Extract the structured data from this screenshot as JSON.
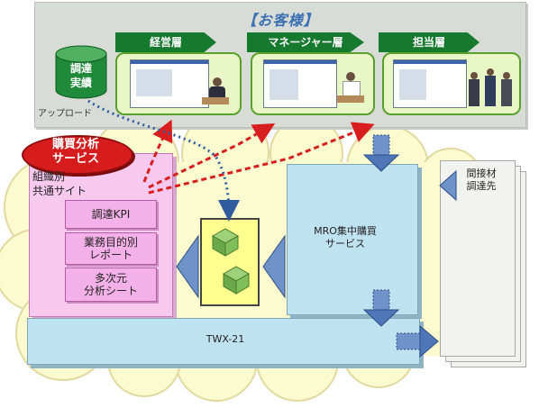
{
  "customer": {
    "title": "【お客様】",
    "roles": [
      "経営層",
      "マネージャー層",
      "担当層"
    ]
  },
  "database": {
    "label": "調達\n実績",
    "upload": "アップロード"
  },
  "analysis": {
    "title": "購買分析\nサービス",
    "site": "組織別\n共通サイト",
    "buttons": [
      "調達KPI",
      "業務目的別\nレポート",
      "多次元\n分析シート"
    ]
  },
  "mro": {
    "label": "MRO集中購買\nサービス"
  },
  "suppliers": {
    "label": "間接材\n調達先"
  },
  "twx": {
    "label": "TWX-21"
  },
  "colors": {
    "accent_green": "#157a2e",
    "pink": "#f4b0e8",
    "light_blue": "#bfe2f0",
    "red_arrow": "#d81e1e",
    "dotted_blue": "#2f5c9e"
  }
}
